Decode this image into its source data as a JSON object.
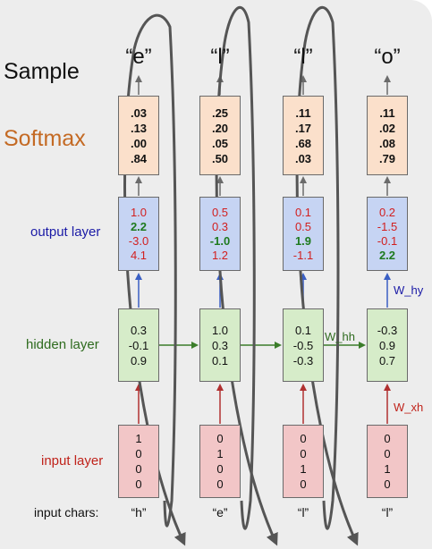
{
  "labels": {
    "sample": "Sample",
    "softmax": "Softmax",
    "output_layer": "output layer",
    "hidden_layer": "hidden layer",
    "input_layer": "input layer",
    "input_chars": "input chars:"
  },
  "weights": {
    "w_hy": "W_hy",
    "w_hh": "W_hh",
    "w_xh": "W_xh"
  },
  "columns": [
    {
      "sample": "“e”",
      "softmax": [
        ".03",
        ".13",
        ".00",
        ".84"
      ],
      "output": [
        {
          "v": "1.0",
          "hl": false
        },
        {
          "v": "2.2",
          "hl": true
        },
        {
          "v": "-3.0",
          "hl": false
        },
        {
          "v": "4.1",
          "hl": false
        }
      ],
      "hidden": [
        "0.3",
        "-0.1",
        "0.9"
      ],
      "input": [
        "1",
        "0",
        "0",
        "0"
      ],
      "char": "“h”"
    },
    {
      "sample": "“l”",
      "softmax": [
        ".25",
        ".20",
        ".05",
        ".50"
      ],
      "output": [
        {
          "v": "0.5",
          "hl": false
        },
        {
          "v": "0.3",
          "hl": false
        },
        {
          "v": "-1.0",
          "hl": true
        },
        {
          "v": "1.2",
          "hl": false
        }
      ],
      "hidden": [
        "1.0",
        "0.3",
        "0.1"
      ],
      "input": [
        "0",
        "1",
        "0",
        "0"
      ],
      "char": "“e”"
    },
    {
      "sample": "“l”",
      "softmax": [
        ".11",
        ".17",
        ".68",
        ".03"
      ],
      "output": [
        {
          "v": "0.1",
          "hl": false
        },
        {
          "v": "0.5",
          "hl": false
        },
        {
          "v": "1.9",
          "hl": true
        },
        {
          "v": "-1.1",
          "hl": false
        }
      ],
      "hidden": [
        "0.1",
        "-0.5",
        "-0.3"
      ],
      "input": [
        "0",
        "0",
        "1",
        "0"
      ],
      "char": "“l”"
    },
    {
      "sample": "“o”",
      "softmax": [
        ".11",
        ".02",
        ".08",
        ".79"
      ],
      "output": [
        {
          "v": "0.2",
          "hl": false
        },
        {
          "v": "-1.5",
          "hl": false
        },
        {
          "v": "-0.1",
          "hl": false
        },
        {
          "v": "2.2",
          "hl": true
        }
      ],
      "hidden": [
        "-0.3",
        "0.9",
        "0.7"
      ],
      "input": [
        "0",
        "0",
        "1",
        "0"
      ],
      "char": "“l”"
    }
  ],
  "colors": {
    "background": "#ededed",
    "softmax_fill": "#fbe0cb",
    "output_fill": "#c6d4f3",
    "hidden_fill": "#d6ecc9",
    "input_fill": "#f2c6c7",
    "softmax_label": "#c46a24",
    "output_label": "#1a1aa6",
    "hidden_label": "#2e6b1e",
    "input_label": "#c0231b",
    "highlight_value": "#1e7a1e",
    "other_value": "#d21f1f",
    "feedback_arrow": "#555555"
  }
}
